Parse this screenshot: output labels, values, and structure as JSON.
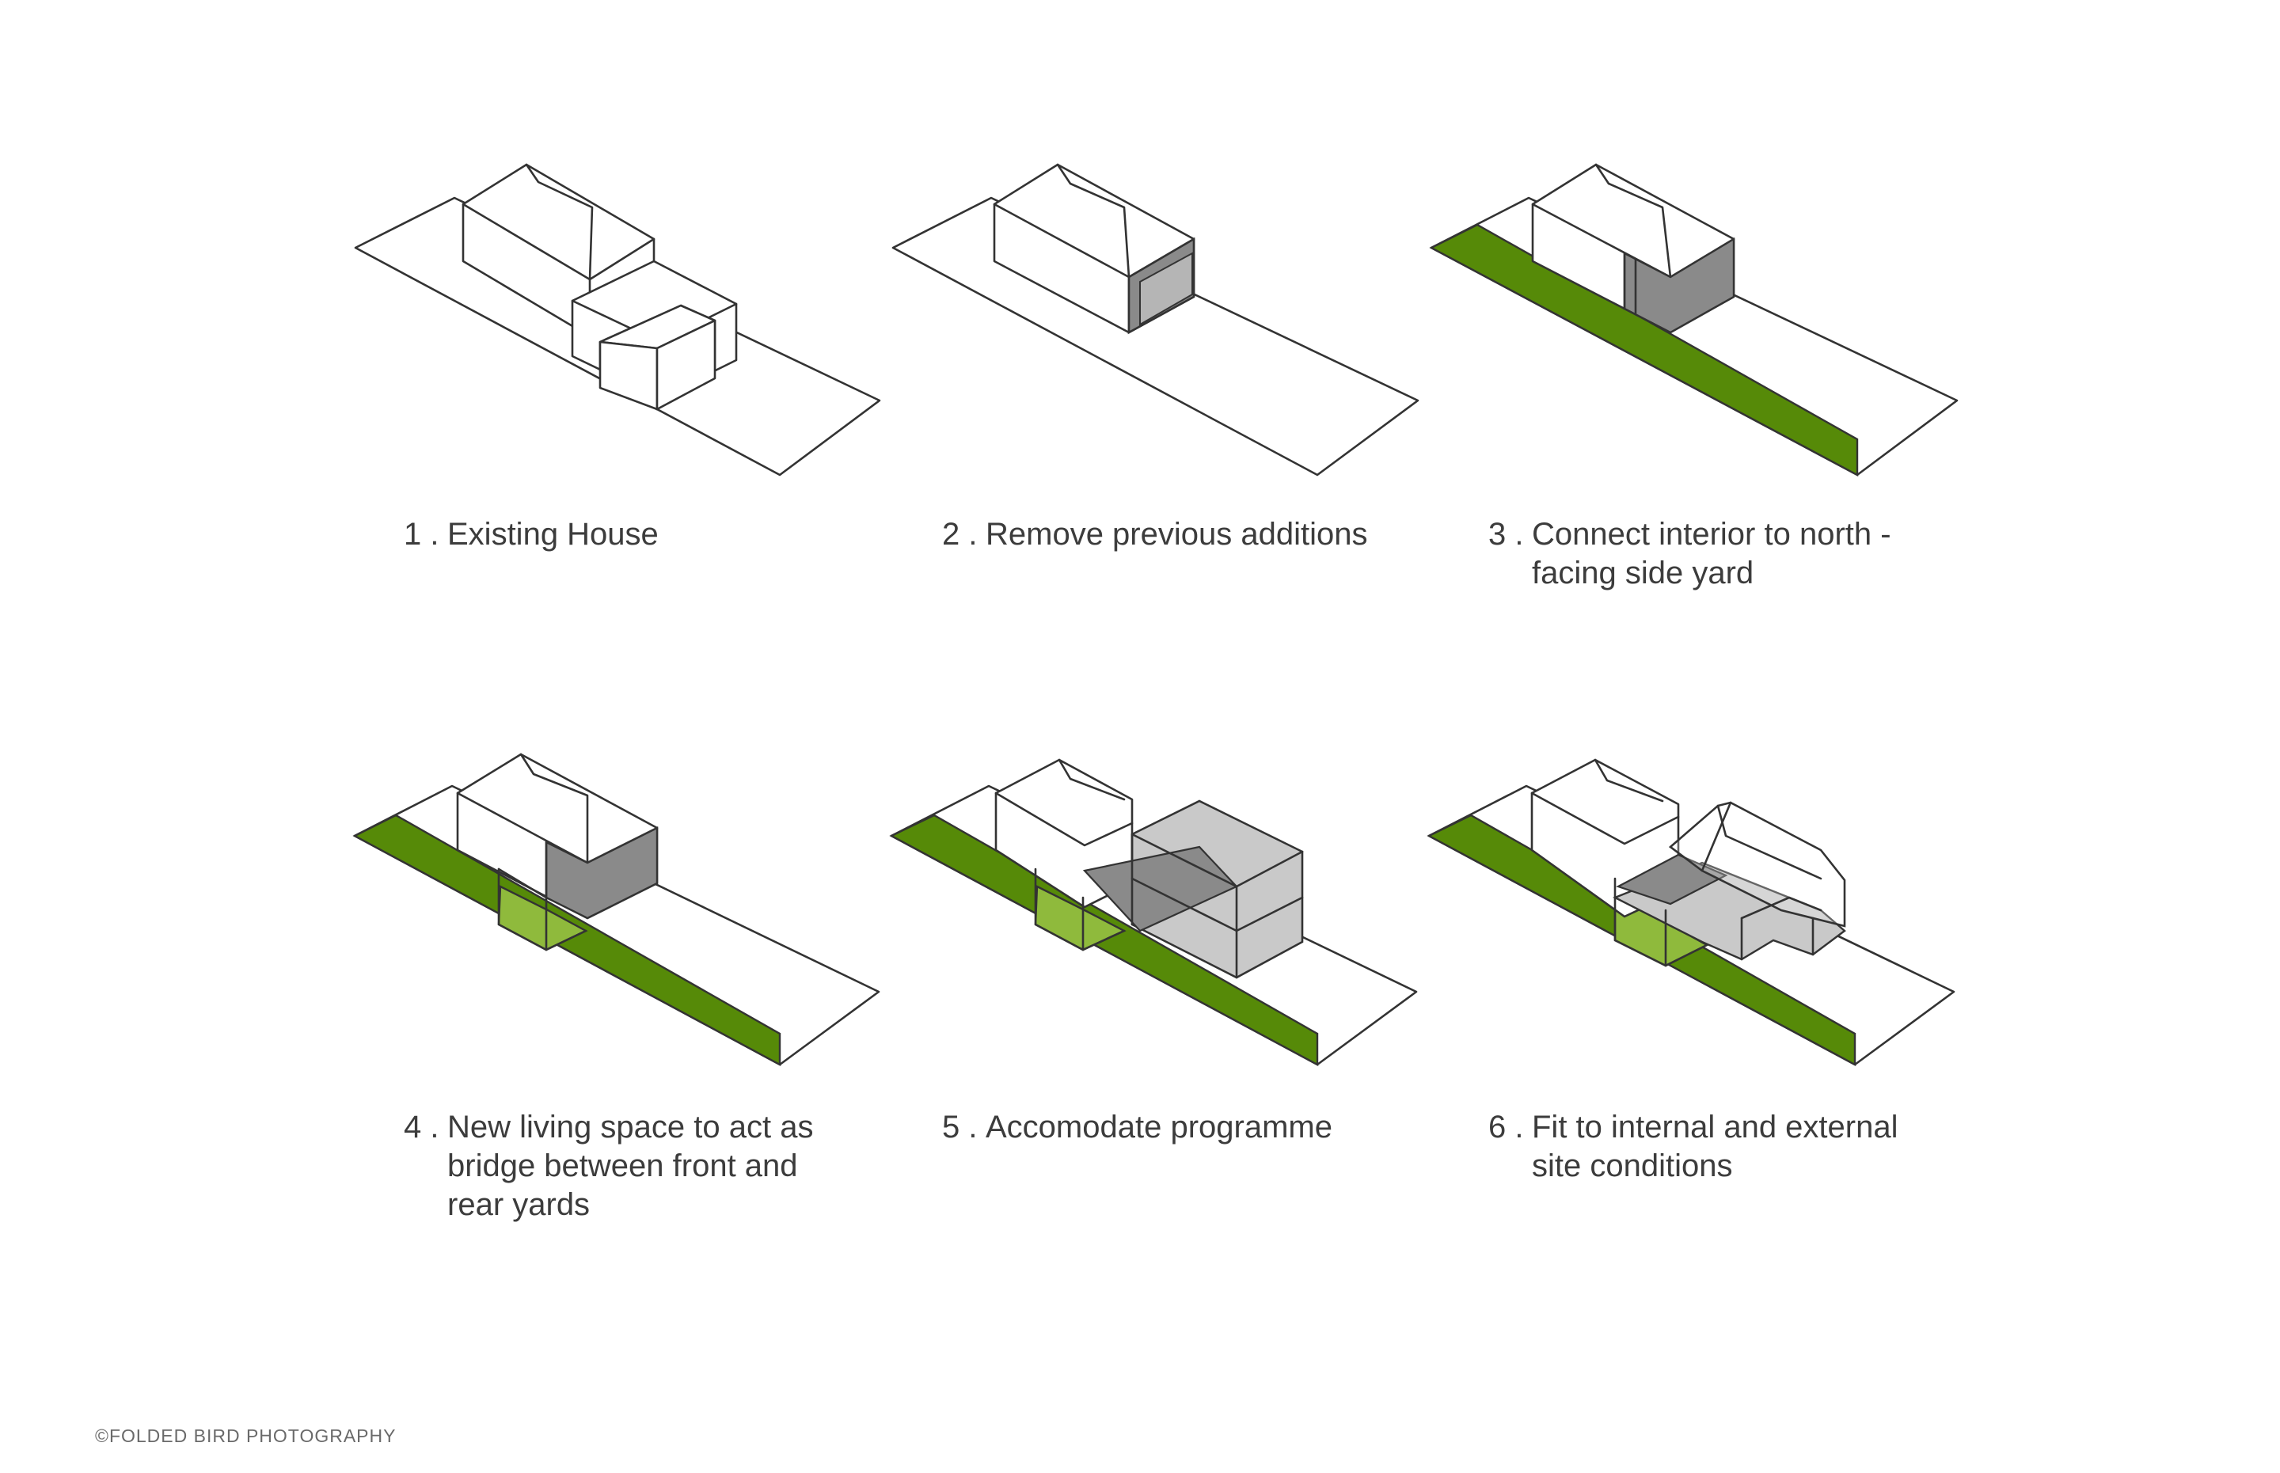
{
  "diagram": {
    "steps": [
      {
        "number": "1 .",
        "lines": [
          "Existing House"
        ]
      },
      {
        "number": "2 .",
        "lines": [
          "Remove previous additions"
        ]
      },
      {
        "number": "3 .",
        "lines": [
          "Connect interior to north -",
          "facing side yard"
        ]
      },
      {
        "number": "4 .",
        "lines": [
          "New living space to act as",
          "bridge between front and",
          "rear yards"
        ]
      },
      {
        "number": "5 .",
        "lines": [
          "Accomodate programme"
        ]
      },
      {
        "number": "6 .",
        "lines": [
          "Fit to internal and external",
          "site conditions"
        ]
      }
    ],
    "credit": "©FOLDED BIRD PHOTOGRAPHY",
    "colors": {
      "yard_green": "#568a08",
      "bridge_green": "#8fba3c",
      "shadow_dark": "#8a8a8a",
      "volume_grey": "#c9c9c9",
      "line": "#333333"
    }
  }
}
